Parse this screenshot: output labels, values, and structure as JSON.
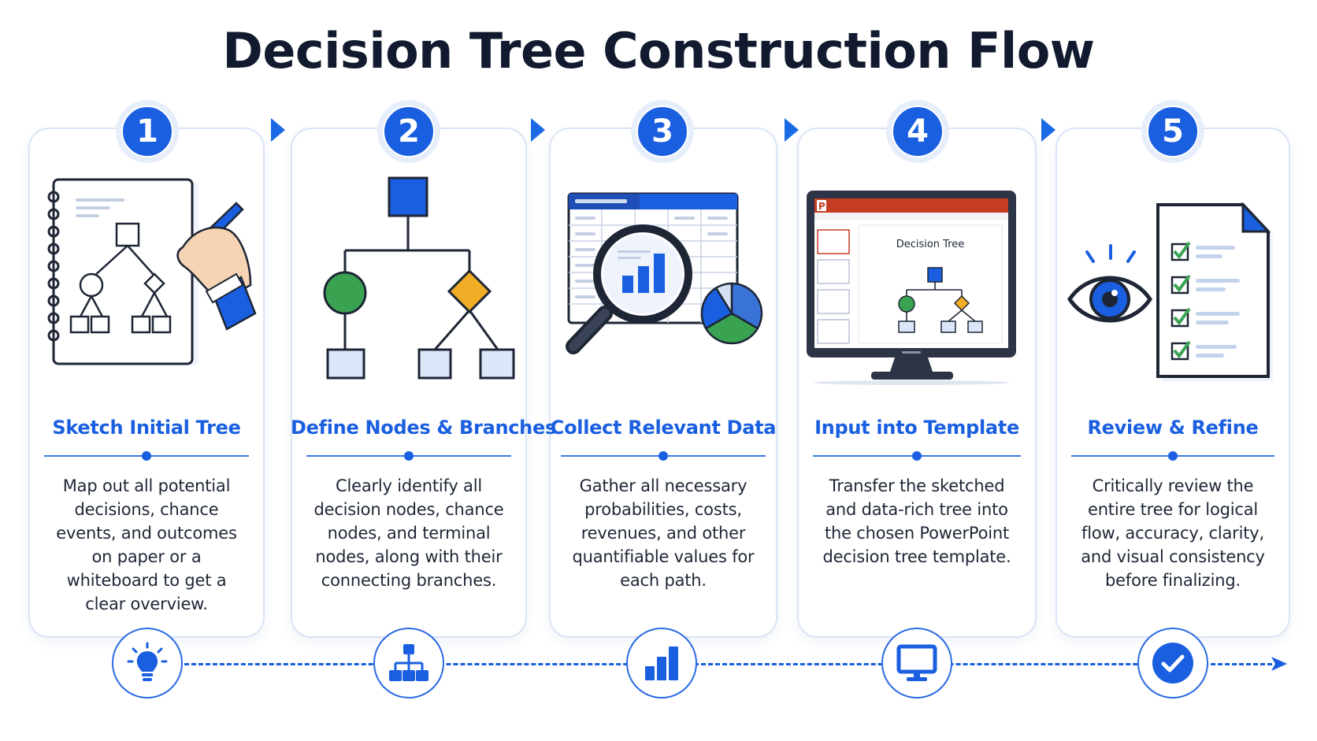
{
  "title": "Decision Tree Construction Flow",
  "accent_color": "#1a5fe0",
  "steps": [
    {
      "number": "1",
      "title": "Sketch Initial Tree",
      "description": "Map out all potential decisions, chance events, and outcomes on paper or a whiteboard to get a clear overview.",
      "bottom_icon": "lightbulb-icon"
    },
    {
      "number": "2",
      "title": "Define Nodes & Branches",
      "description": "Clearly identify all decision nodes, chance nodes, and terminal nodes, along with their connecting branches.",
      "bottom_icon": "hierarchy-icon"
    },
    {
      "number": "3",
      "title": "Collect Relevant Data",
      "description": "Gather all necessary probabilities, costs, revenues, and other quantifiable values for each path.",
      "bottom_icon": "bar-chart-icon"
    },
    {
      "number": "4",
      "title": "Input into Template",
      "description": "Transfer the sketched and data-rich tree into the chosen PowerPoint decision tree template.",
      "bottom_icon": "monitor-icon",
      "slide_title": "Decision Tree",
      "app_letter": "P"
    },
    {
      "number": "5",
      "title": "Review & Refine",
      "description": "Critically review the entire tree for logical flow, accuracy, clarity, and visual consistency before finalizing.",
      "bottom_icon": "check-circle-icon"
    }
  ]
}
